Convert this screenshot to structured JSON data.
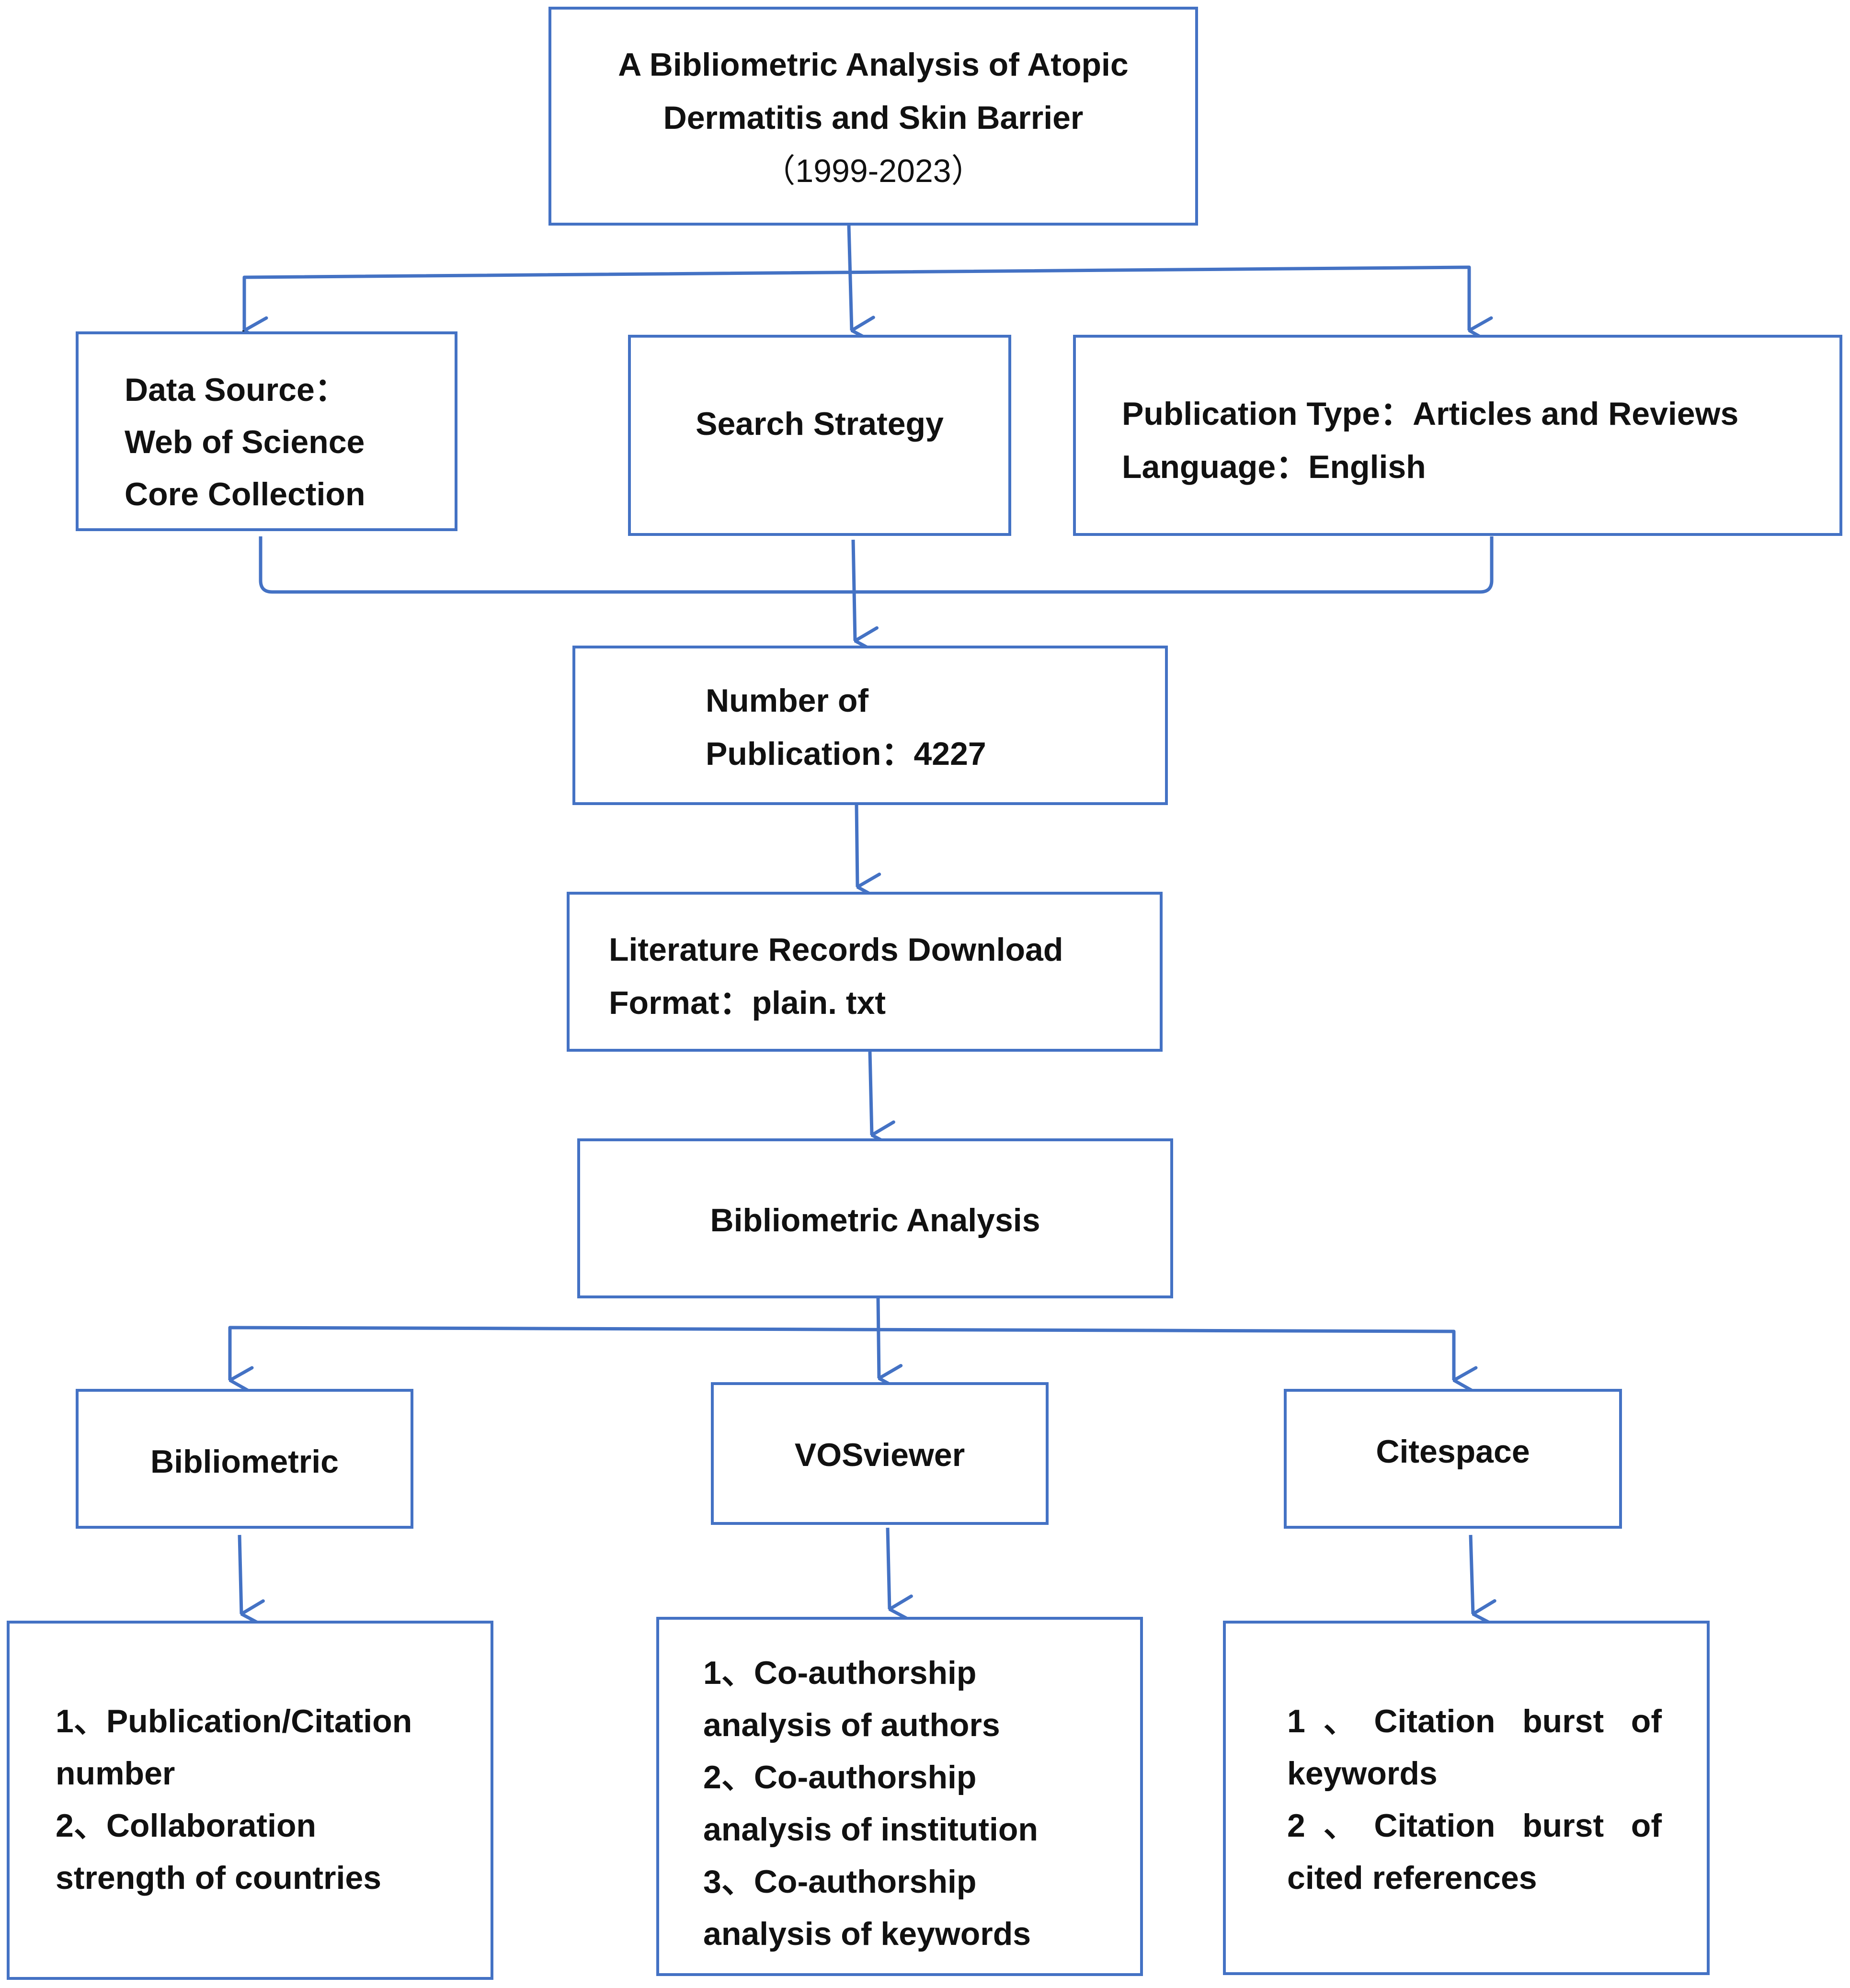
{
  "colors": {
    "connector": "#4472C4",
    "border": "#4472C4",
    "text": "#111111"
  },
  "title_box": {
    "line1": "A Bibliometric Analysis of Atopic",
    "line2": "Dermatitis and Skin Barrier",
    "line3": "（1999-2023）"
  },
  "data_source": {
    "line1": "Data Source：",
    "line2": "Web of Science",
    "line3": "Core Collection"
  },
  "search_strategy": {
    "label": "Search Strategy"
  },
  "publication_type": {
    "line1": "Publication Type：Articles and Reviews",
    "line2": "Language：English"
  },
  "number_of_publication": {
    "line1": "Number of",
    "line2": "Publication：4227"
  },
  "records_download": {
    "line1": "Literature Records Download",
    "line2": "Format：plain. txt"
  },
  "bibliometric_analysis": {
    "label": "Bibliometric Analysis"
  },
  "tools": {
    "bibliometric": "Bibliometric",
    "vosviewer": "VOSviewer",
    "citespace": "Citespace"
  },
  "bibliometric_results": {
    "line1": "1、Publication/Citation",
    "line2": "number",
    "line3": "2、Collaboration",
    "line4": "strength of countries"
  },
  "vosviewer_results": {
    "line1": "1、Co-authorship",
    "line2": "analysis of authors",
    "line3": "2、Co-authorship",
    "line4": "analysis of institution",
    "line5": "3、Co-authorship",
    "line6": "analysis of keywords"
  },
  "citespace_results": {
    "line1": "1、Citation burst of",
    "line2": "keywords",
    "line3": "2、Citation burst of",
    "line4": "cited references"
  }
}
